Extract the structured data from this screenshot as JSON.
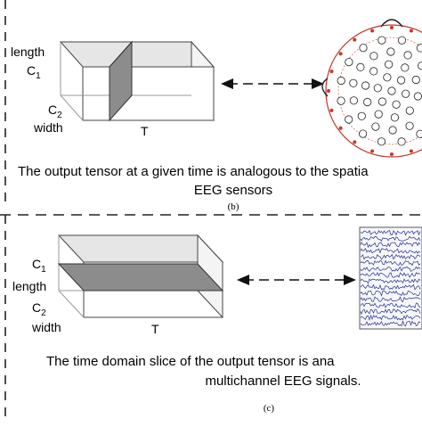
{
  "panel_b": {
    "labels": {
      "length": "length",
      "c1": "C",
      "c1_sub": "1",
      "c2": "C",
      "c2_sub": "2",
      "width": "width",
      "t": "T"
    },
    "caption_line1": "The output tensor at a given time is analogous to the spatia",
    "caption_line2": "EEG sensors",
    "tag": "(b)"
  },
  "panel_c": {
    "labels": {
      "c1": "C",
      "c1_sub": "1",
      "length": "length",
      "c2": "C",
      "c2_sub": "2",
      "width": "width",
      "t": "T"
    },
    "caption_line1": "The time domain slice of the output tensor is ana",
    "caption_line2": "multichannel EEG signals.",
    "tag": "(c)"
  },
  "colors": {
    "slice_fill": "#8c8c8c",
    "box_top": "#e2e2e2",
    "box_stroke": "#444444",
    "divider": "#222222",
    "scalp_ring": "#c0392b",
    "eeg_trace": "#1f2f8f"
  },
  "icons": [
    "eeg-electrode-map",
    "eeg-signal-traces",
    "double-arrow"
  ]
}
